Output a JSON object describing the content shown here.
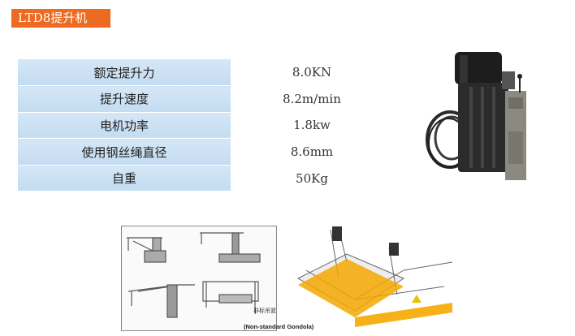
{
  "title": "LTD8提升机",
  "specs": [
    {
      "label": "额定提升力",
      "value": "8.0KN"
    },
    {
      "label": "提升速度",
      "value": "8.2m/min"
    },
    {
      "label": "电机功率",
      "value": "1.8kw"
    },
    {
      "label": "使用钢丝绳直径",
      "value": "8.6mm"
    },
    {
      "label": "自重",
      "value": "50Kg"
    }
  ],
  "diagram": {
    "caption_cn": "非标吊篮",
    "caption_en": "(Non-standard Gondola)"
  },
  "colors": {
    "title_bg": "#ee6a21",
    "label_bg": "#c9e0f3",
    "platform": "#f5a800"
  }
}
